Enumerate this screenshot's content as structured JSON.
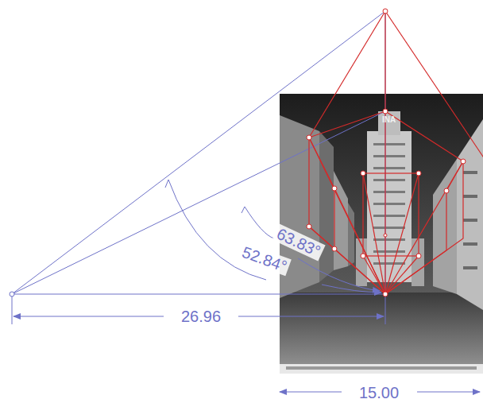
{
  "diagram": {
    "labels": [
      "63.83°",
      "52.84°",
      "26.96",
      "15.00",
      "INA"
    ]
  }
}
